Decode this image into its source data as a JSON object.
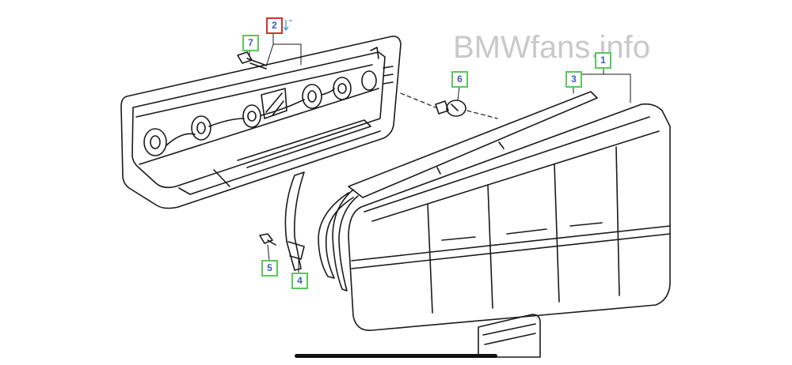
{
  "watermark": "BMWfans.info",
  "callouts": [
    {
      "id": "1",
      "label": "1"
    },
    {
      "id": "2",
      "label": "2"
    },
    {
      "id": "3",
      "label": "3"
    },
    {
      "id": "4",
      "label": "4"
    },
    {
      "id": "5",
      "label": "5"
    },
    {
      "id": "6",
      "label": "6"
    },
    {
      "id": "7",
      "label": "7"
    }
  ],
  "colors": {
    "callout_border": "#5ac85a",
    "callout_selected_border": "#d0342c",
    "callout_text": "#3b5db8",
    "watermark": "#c9c9c9"
  },
  "selected_callout": "2"
}
